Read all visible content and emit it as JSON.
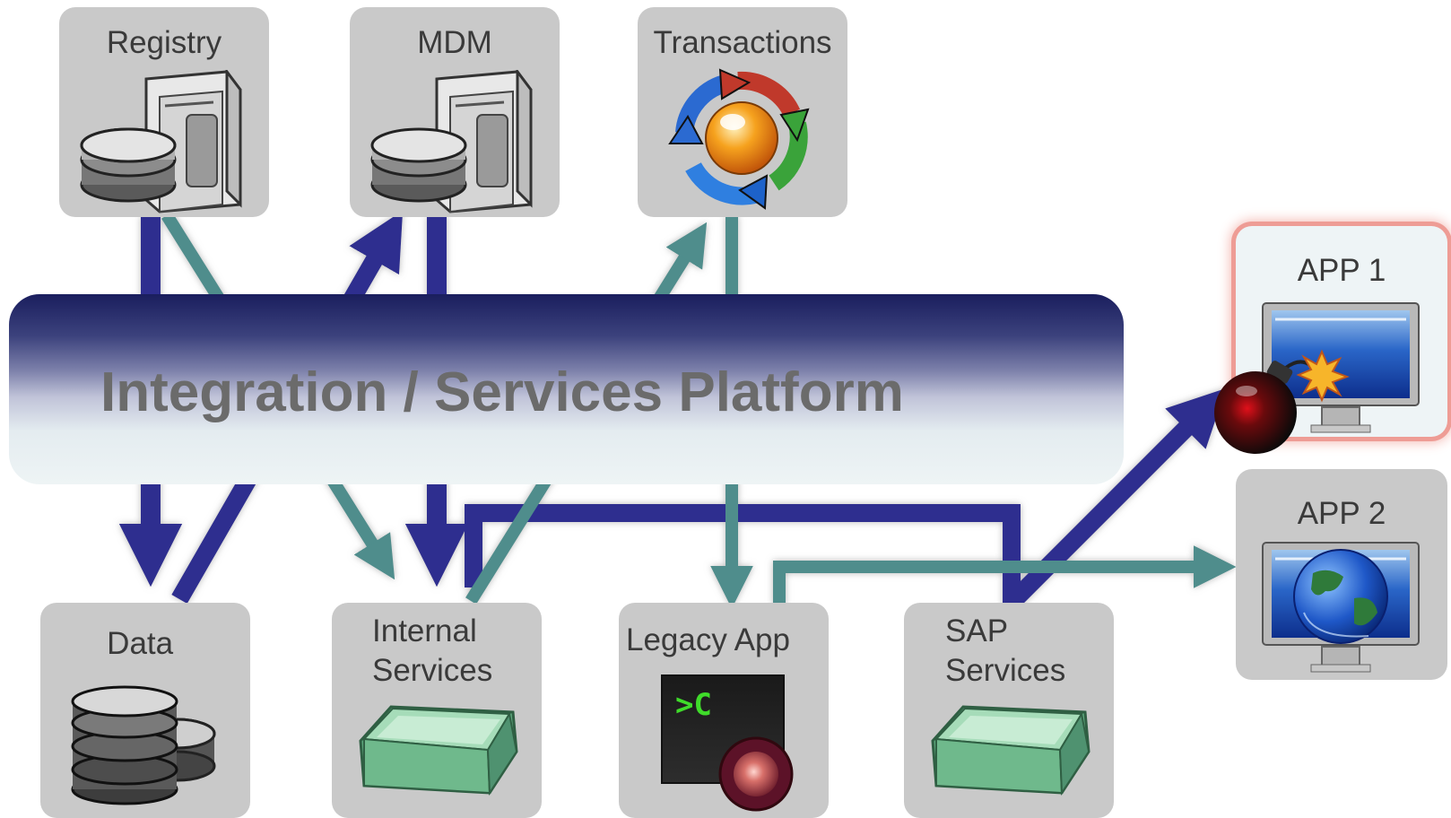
{
  "platform": {
    "title": "Integration / Services Platform"
  },
  "nodes": {
    "registry": "Registry",
    "mdm": "MDM",
    "transactions": "Transactions",
    "data": "Data",
    "internal_services": [
      "Internal",
      "Services"
    ],
    "legacy_app": "Legacy App",
    "sap_services": [
      "SAP",
      "Services"
    ],
    "app1": "APP 1",
    "app2": "APP 2"
  },
  "terminal": {
    "prompt": ">C"
  },
  "colors": {
    "navy_arrow": "#2e2f8f",
    "teal_arrow": "#4f8d8c",
    "node_bg": "#c9c9c9",
    "app1_border": "#ee9c95",
    "chip_green": "#7fc29b"
  }
}
